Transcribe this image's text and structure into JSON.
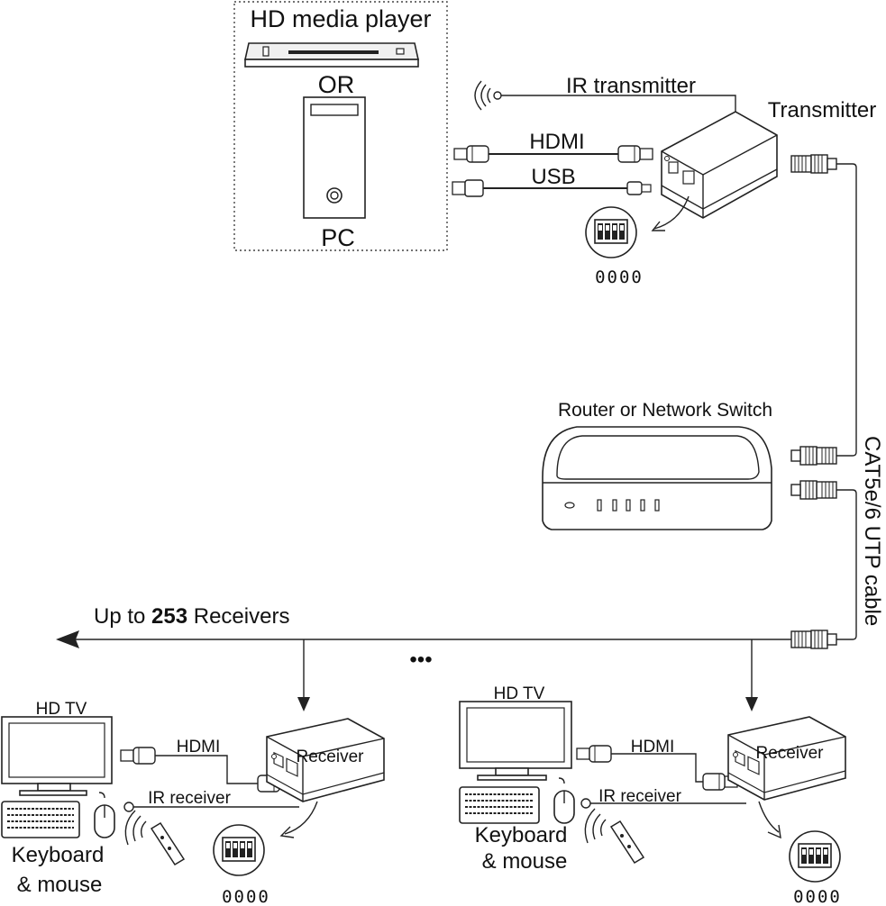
{
  "labels": {
    "hd_media_player": "HD  media  player",
    "or": "OR",
    "pc": "PC",
    "ir_transmitter": "IR transmitter",
    "transmitter": "Transmitter",
    "hdmi_top": "HDMI",
    "usb": "USB",
    "code_top": "0000",
    "router": "Router or Network Switch",
    "cable": "CAT5e/6 UTP cable",
    "up_to_prefix": "Up to ",
    "up_to_count": "253",
    "up_to_suffix": " Receivers",
    "ellipsis": "•••"
  },
  "receivers": [
    {
      "tv": "HD TV",
      "hdmi": "HDMI",
      "receiver": "Receiver",
      "ir_receiver": "IR receiver",
      "kbd_line1": "Keyboard",
      "kbd_line2": "& mouse",
      "code": "0000"
    },
    {
      "tv": "HD TV",
      "hdmi": "HDMI",
      "receiver": "Receiver",
      "ir_receiver": "IR receiver",
      "kbd_line1": "Keyboard",
      "kbd_line2": "& mouse",
      "code": "0000"
    }
  ],
  "icons": {
    "dvd": "dvd-player-icon",
    "pc": "pc-tower-icon",
    "tv": "monitor-icon",
    "keyboard": "keyboard-icon",
    "mouse": "mouse-icon",
    "remote": "remote-control-icon",
    "dip": "dip-switch-icon",
    "rj45": "rj45-connector-icon"
  },
  "colors": {
    "line": "#222222",
    "background": "#ffffff"
  }
}
